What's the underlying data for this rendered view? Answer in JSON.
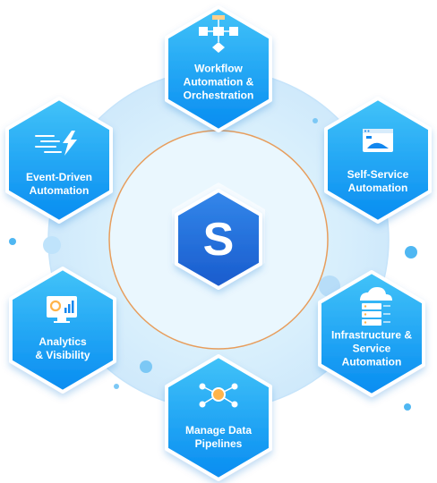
{
  "hub": {
    "letter": "S"
  },
  "nodes": [
    {
      "id": "workflow",
      "icon": "flowchart-icon",
      "lines": [
        "Workflow",
        "Automation &",
        "Orchestration"
      ]
    },
    {
      "id": "self-service",
      "icon": "browser-window-icon",
      "lines": [
        "Self-Service",
        "Automation"
      ]
    },
    {
      "id": "infrastructure",
      "icon": "cloud-server-icon",
      "lines": [
        "Infrastructure &",
        "Service",
        "Automation"
      ]
    },
    {
      "id": "data-pipelines",
      "icon": "network-nodes-icon",
      "lines": [
        "Manage Data",
        "Pipelines"
      ]
    },
    {
      "id": "analytics",
      "icon": "monitor-chart-icon",
      "lines": [
        "Analytics",
        "& Visibility"
      ]
    },
    {
      "id": "event-driven",
      "icon": "speed-lightning-icon",
      "lines": [
        "Event-Driven",
        "Automation"
      ]
    }
  ],
  "colors": {
    "hex_gradient_top": "#3fc0f7",
    "hex_gradient_bottom": "#0a8ff2",
    "hub_gradient_top": "#2f7fe6",
    "hub_gradient_bottom": "#1a5fd0",
    "ring": "#e8934a",
    "halo": "#d5eefd",
    "accent_dot": "#4fb7f2"
  }
}
